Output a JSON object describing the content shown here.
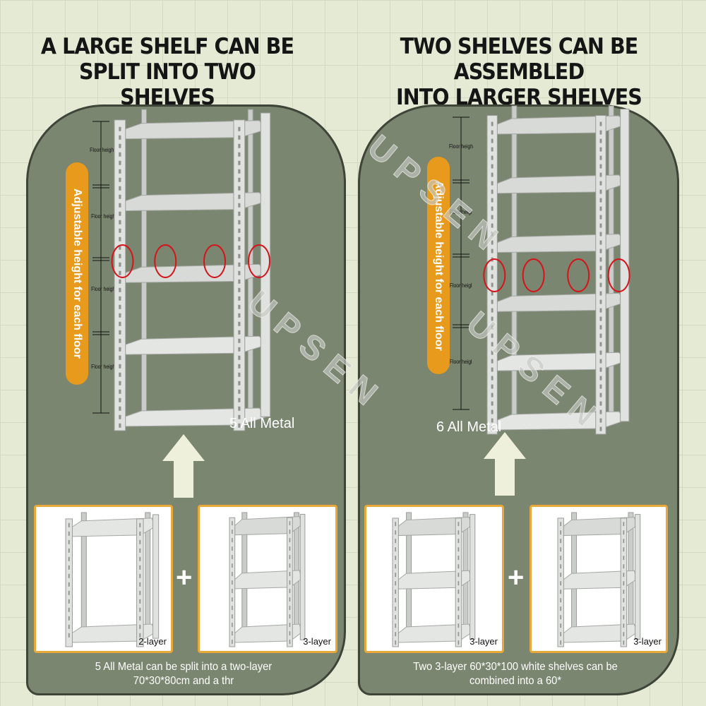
{
  "left": {
    "title_line1": "A LARGE SHELF CAN BE",
    "title_line2": "SPLIT INTO TWO SHELVES",
    "pill": "Adjustable height for each floor",
    "floor_labels": [
      "Floor height",
      "Floor height",
      "Floor height",
      "Floor height"
    ],
    "metal_label": "5 All Metal",
    "thumbs": [
      {
        "label": "2-layer",
        "layers": 2
      },
      {
        "label": "3-layer",
        "layers": 3
      }
    ],
    "caption_line1": "5 All Metal can be split into a two-layer",
    "caption_line2": "70*30*80cm and  a thr"
  },
  "right": {
    "title_line1": "TWO SHELVES CAN BE ASSEMBLED",
    "title_line2": "INTO LARGER SHELVES",
    "pill": "Adjustable height for each floor",
    "floor_labels": [
      "Floor heigh",
      "Floor heigl",
      "Floor heigl",
      "Floor heigl"
    ],
    "metal_label": "6 All Metal",
    "thumbs": [
      {
        "label": "3-layer",
        "layers": 3
      },
      {
        "label": "3-layer",
        "layers": 3
      }
    ],
    "caption_line1": "Two 3-layer 60*30*100 white shelves can be",
    "caption_line2": "combined  into a 60*"
  },
  "plus_sign": "+",
  "watermark": "UPSEN",
  "colors": {
    "panel": "#7b8670",
    "accent": "#e89a1d",
    "thumb_border": "#e8a93a",
    "circle": "#d4141a",
    "background": "#e5ead5"
  }
}
